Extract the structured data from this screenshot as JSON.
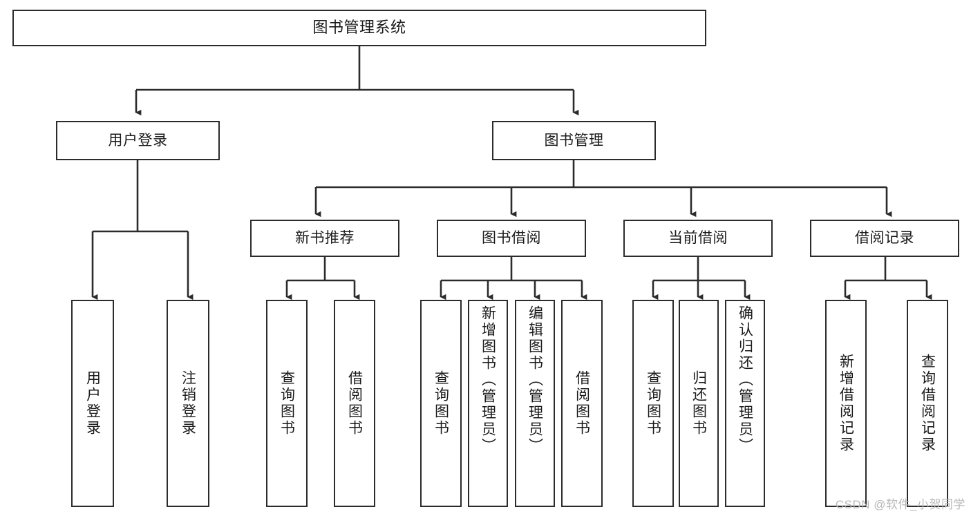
{
  "diagram": {
    "title": "图书管理系统",
    "type": "hierarchy-tree",
    "root": {
      "id": "root",
      "label": "图书管理系统"
    },
    "level2": [
      {
        "id": "user-login",
        "label": "用户登录"
      },
      {
        "id": "book-management",
        "label": "图书管理"
      }
    ],
    "level3": [
      {
        "id": "new-book-recommend",
        "label": "新书推荐",
        "parent": "book-management"
      },
      {
        "id": "book-borrow",
        "label": "图书借阅",
        "parent": "book-management"
      },
      {
        "id": "current-borrow",
        "label": "当前借阅",
        "parent": "book-management"
      },
      {
        "id": "borrow-record",
        "label": "借阅记录",
        "parent": "book-management"
      }
    ],
    "leaves": {
      "user_login": [
        {
          "id": "leaf-user-login",
          "label": "用户登录"
        },
        {
          "id": "leaf-logout-login",
          "label": "注销登录"
        }
      ],
      "new_book_recommend": [
        {
          "id": "leaf-query-book-1",
          "label": "查询图书"
        },
        {
          "id": "leaf-borrow-book-1",
          "label": "借阅图书"
        }
      ],
      "book_borrow": [
        {
          "id": "leaf-query-book-2",
          "label": "查询图书"
        },
        {
          "id": "leaf-add-book",
          "label": "新增图书（管理员）"
        },
        {
          "id": "leaf-edit-book",
          "label": "编辑图书（管理员）"
        },
        {
          "id": "leaf-borrow-book-2",
          "label": "借阅图书"
        }
      ],
      "current_borrow": [
        {
          "id": "leaf-query-book-3",
          "label": "查询图书"
        },
        {
          "id": "leaf-return-book",
          "label": "归还图书"
        },
        {
          "id": "leaf-confirm-return",
          "label": "确认归还（管理员）"
        }
      ],
      "borrow_record": [
        {
          "id": "leaf-add-record",
          "label": "新增借阅记录"
        },
        {
          "id": "leaf-query-record",
          "label": "查询借阅记录"
        }
      ]
    },
    "colors": {
      "box_border": "#2b2b2b",
      "box_fill": "#ffffff",
      "connector": "#2b2b2b",
      "text": "#1a1a1a",
      "watermark": "#b8b8b8"
    }
  },
  "watermark": {
    "text": "CSDN @软件_小贺同学"
  }
}
